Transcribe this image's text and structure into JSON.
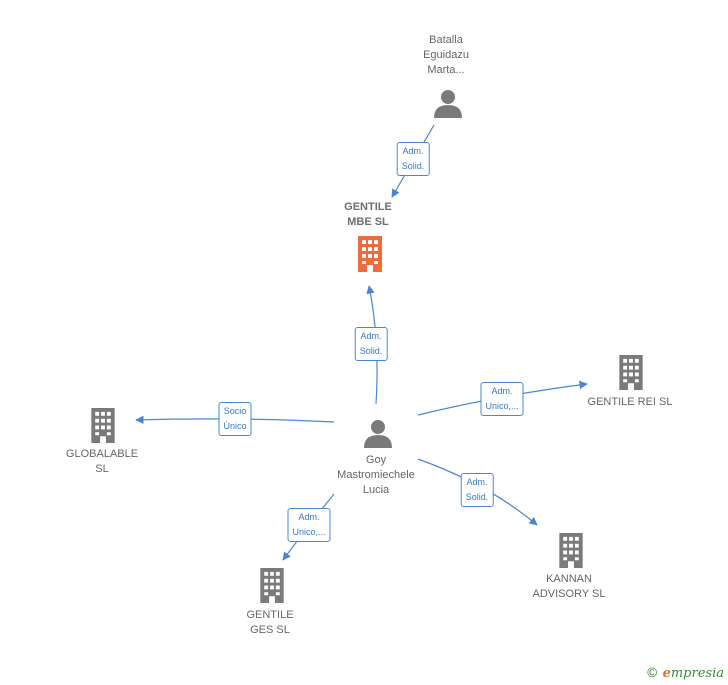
{
  "colors": {
    "edge": "#4a86d0",
    "icon": "#7a7a7a",
    "highlight": "#f06a3c"
  },
  "nodes": {
    "batalla": {
      "lines": [
        "Batalla",
        "Eguidazu",
        "Marta..."
      ],
      "kind": "person"
    },
    "gentile_mbe": {
      "lines": [
        "GENTILE",
        "MBE  SL"
      ],
      "kind": "company-highlight"
    },
    "goy": {
      "lines": [
        "Goy",
        "Mastromiechele",
        "Lucia"
      ],
      "kind": "person"
    },
    "gentile_rei": {
      "lines": [
        "GENTILE REI  SL"
      ],
      "kind": "company"
    },
    "globalable": {
      "lines": [
        "GLOBALABLE",
        "SL"
      ],
      "kind": "company"
    },
    "kannan": {
      "lines": [
        "KANNAN",
        "ADVISORY  SL"
      ],
      "kind": "company"
    },
    "gentile_ges": {
      "lines": [
        "GENTILE",
        "GES  SL"
      ],
      "kind": "company"
    }
  },
  "edges": {
    "batalla_to_mbe": {
      "lines": [
        "Adm.",
        "Solid."
      ]
    },
    "goy_to_mbe": {
      "lines": [
        "Adm.",
        "Solid."
      ]
    },
    "goy_to_rei": {
      "lines": [
        "Adm.",
        "Unico,..."
      ]
    },
    "goy_to_globalable": {
      "lines": [
        "Socio",
        "Único"
      ]
    },
    "goy_to_kannan": {
      "lines": [
        "Adm.",
        "Solid."
      ]
    },
    "goy_to_ges": {
      "lines": [
        "Adm.",
        "Unico,..."
      ]
    }
  },
  "footer": {
    "copyright_symbol": "©",
    "brand_initial": "e",
    "brand_rest": "mpresia"
  }
}
